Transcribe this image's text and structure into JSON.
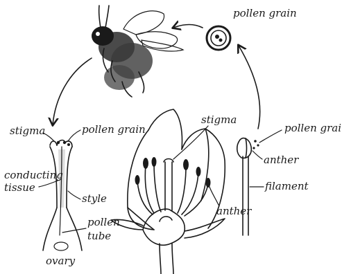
{
  "labels": {
    "pollen_grain_top": "pollen grain",
    "stigma_left": "stigma",
    "pollen_grain_left": "pollen grain",
    "conducting_tissue": "conducting\ntissue",
    "style": "style",
    "pollen_tube": "pollen\ntube",
    "ovary": "ovary",
    "stigma_center": "stigma",
    "anther_center": "anther",
    "pollen_grain_right": "pollen grain",
    "anther_right": "anther",
    "filament": "filament"
  }
}
